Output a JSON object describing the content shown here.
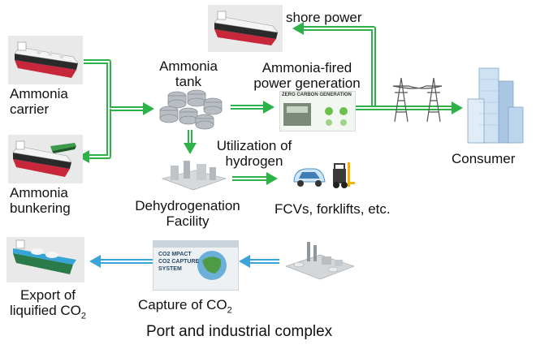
{
  "labels": {
    "ammonia_carrier": [
      "Ammonia",
      "carrier"
    ],
    "ammonia_bunkering": [
      "Ammonia",
      "bunkering"
    ],
    "ammonia_tank": [
      "Ammonia",
      "tank"
    ],
    "power_generation": [
      "Ammonia-fired",
      "power generation"
    ],
    "shore_power": "shore power",
    "utilization": [
      "Utilization of",
      "hydrogen"
    ],
    "dehydrogenation": [
      "Dehydrogenation",
      "Facility"
    ],
    "fcvs": "FCVs, forklifts, etc.",
    "consumer": "Consumer",
    "export": [
      "Export of",
      "liquified CO",
      "2"
    ],
    "capture": [
      "Capture of CO",
      "2"
    ],
    "footer": "Port and industrial complex"
  },
  "image_text": {
    "capture_system": [
      "CO2 MPACT",
      "CO2 CAPTURE",
      "SYSTEM"
    ],
    "power_panel": "ZERO CARBON GENERATION"
  },
  "colors": {
    "arrow": "#2db24a",
    "arrow_light": "#8fd8a0",
    "blue_arrow": "#3aa3d8",
    "blue_arrow_light": "#a6d8f0",
    "tile_bg": "#e9e9e9"
  },
  "icons": [
    "ship-icon",
    "tank-icon",
    "factory-icon",
    "pylon-icon",
    "building-icon",
    "car-icon",
    "forklift-icon",
    "co2-capture-icon",
    "power-plant-icon"
  ]
}
